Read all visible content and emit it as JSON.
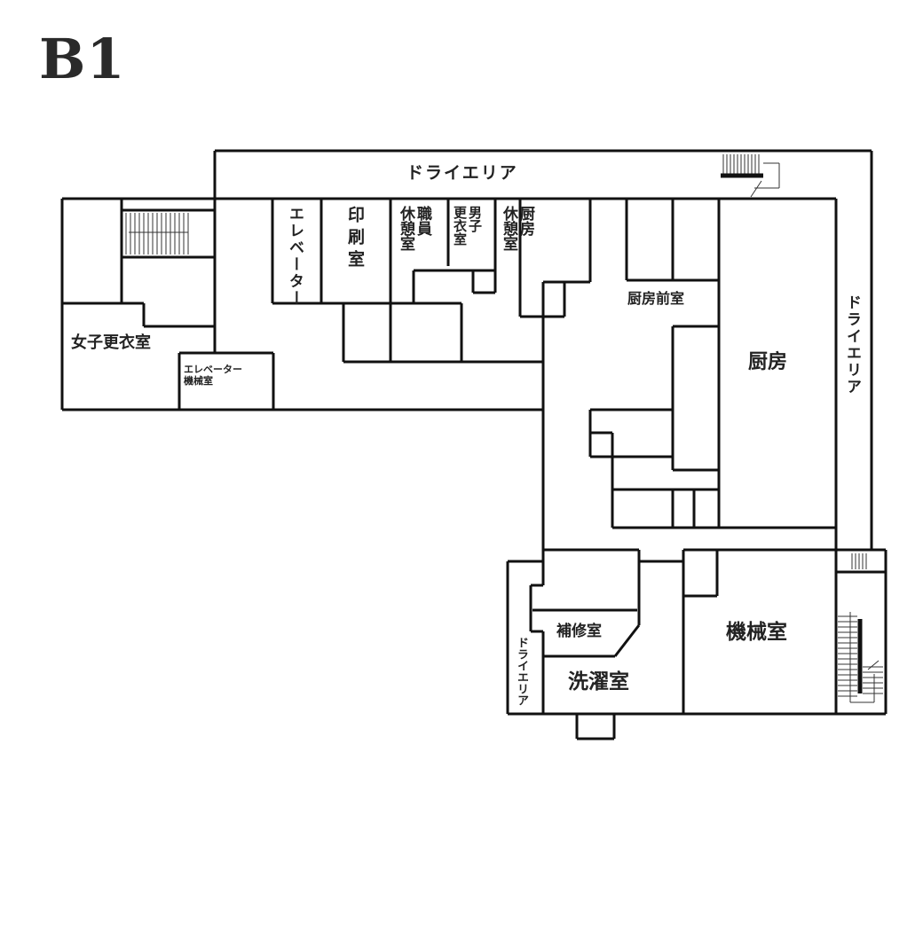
{
  "floor_title": "B1",
  "labels": {
    "dry_area_top": "ドライエリア",
    "dry_area_right": "ドライエリア",
    "dry_area_bottom": "ドライエリア",
    "elevator": "エレベーター",
    "printing_room": "印刷室",
    "staff_lounge": [
      "職員",
      "休憩室"
    ],
    "mens_locker": [
      "男子",
      "更衣室"
    ],
    "kitchen_lounge": [
      "厨房",
      "休憩室"
    ],
    "kitchen_anteroom": "厨房前室",
    "kitchen": "厨房",
    "womens_locker": "女子更衣室",
    "elevator_machine_room": [
      "エレベーター",
      "機械室"
    ],
    "repair_room": "補修室",
    "laundry_room": "洗濯室",
    "machine_room": "機械室"
  }
}
